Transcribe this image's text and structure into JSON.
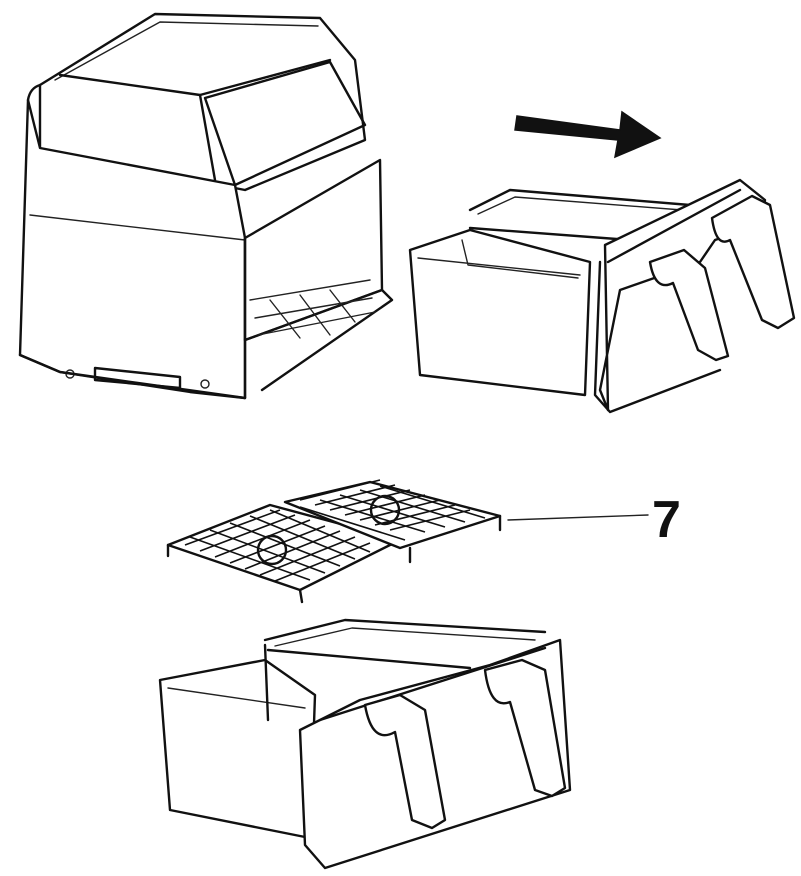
{
  "diagram": {
    "callout": {
      "label": "7"
    },
    "parts": [
      {
        "id": "air-fryer-body",
        "icon": "air-fryer-body"
      },
      {
        "id": "pull-direction-arrow",
        "icon": "arrow-right-icon"
      },
      {
        "id": "basket-removed",
        "icon": "basket"
      },
      {
        "id": "crisper-rack",
        "icon": "grid-rack"
      },
      {
        "id": "basket-bottom",
        "icon": "basket"
      }
    ]
  }
}
